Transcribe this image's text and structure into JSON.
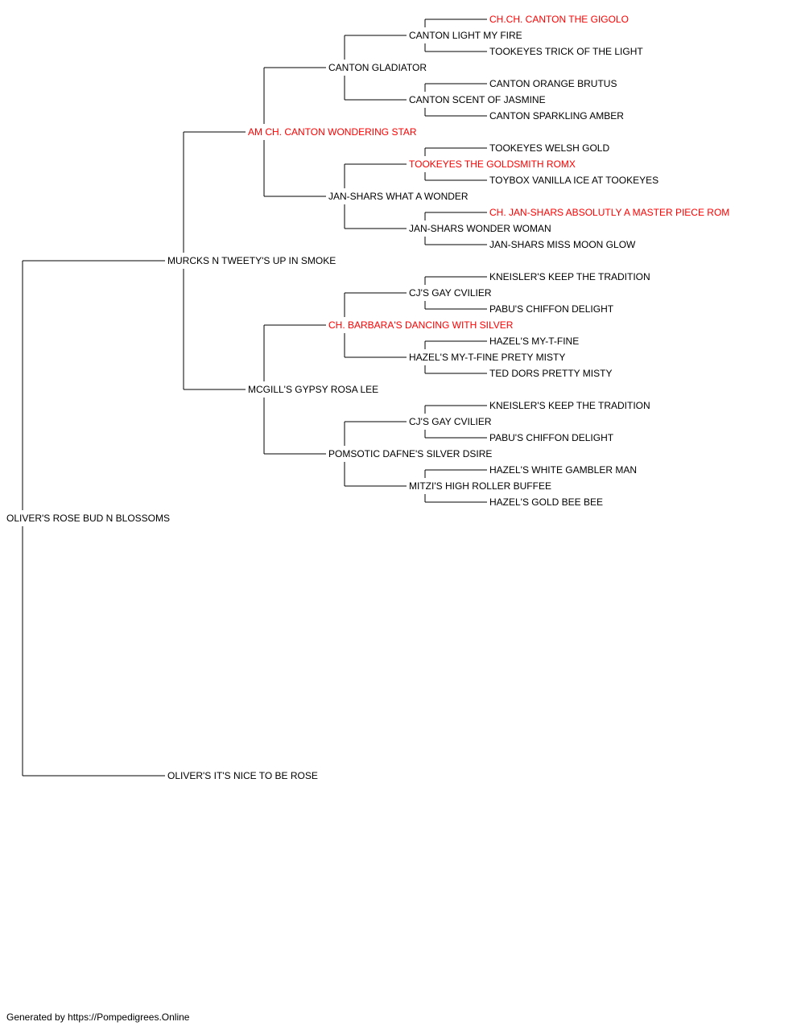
{
  "colors": {
    "champion": "#ff0000",
    "normal": "#000000",
    "line": "#000000"
  },
  "pedigree": {
    "name": "OLIVER'S ROSE BUD N BLOSSOMS",
    "champion": false,
    "sire": {
      "name": "MURCKS N TWEETY'S UP IN SMOKE",
      "champion": false,
      "sire": {
        "name": "AM CH. CANTON WONDERING STAR",
        "champion": true,
        "sire": {
          "name": "CANTON GLADIATOR",
          "champion": false,
          "sire": {
            "name": "CANTON LIGHT MY FIRE",
            "champion": false,
            "sire": {
              "name": "CH.CH. CANTON THE GIGOLO",
              "champion": true
            },
            "dam": {
              "name": "TOOKEYES TRICK OF THE LIGHT",
              "champion": false
            }
          },
          "dam": {
            "name": "CANTON SCENT OF JASMINE",
            "champion": false,
            "sire": {
              "name": "CANTON ORANGE BRUTUS",
              "champion": false
            },
            "dam": {
              "name": "CANTON SPARKLING AMBER",
              "champion": false
            }
          }
        },
        "dam": {
          "name": "JAN-SHARS WHAT A WONDER",
          "champion": false,
          "sire": {
            "name": "TOOKEYES THE GOLDSMITH ROMX",
            "champion": true,
            "sire": {
              "name": "TOOKEYES WELSH GOLD",
              "champion": false
            },
            "dam": {
              "name": "TOYBOX VANILLA ICE AT TOOKEYES",
              "champion": false
            }
          },
          "dam": {
            "name": "JAN-SHARS WONDER WOMAN",
            "champion": false,
            "sire": {
              "name": "CH. JAN-SHARS ABSOLUTLY A MASTER PIECE ROM",
              "champion": true
            },
            "dam": {
              "name": "JAN-SHARS MISS MOON GLOW",
              "champion": false
            }
          }
        }
      },
      "dam": {
        "name": "MCGILL'S GYPSY ROSA LEE",
        "champion": false,
        "sire": {
          "name": "CH. BARBARA'S DANCING WITH SILVER",
          "champion": true,
          "sire": {
            "name": "CJ'S GAY CVILIER",
            "champion": false,
            "sire": {
              "name": "KNEISLER'S KEEP THE TRADITION",
              "champion": false
            },
            "dam": {
              "name": "PABU'S CHIFFON DELIGHT",
              "champion": false
            }
          },
          "dam": {
            "name": "HAZEL'S MY-T-FINE PRETY MISTY",
            "champion": false,
            "sire": {
              "name": "HAZEL'S MY-T-FINE",
              "champion": false
            },
            "dam": {
              "name": "TED DORS PRETTY MISTY",
              "champion": false
            }
          }
        },
        "dam": {
          "name": "POMSOTIC DAFNE'S SILVER DSIRE",
          "champion": false,
          "sire": {
            "name": "CJ'S GAY CVILIER",
            "champion": false,
            "sire": {
              "name": "KNEISLER'S KEEP THE TRADITION",
              "champion": false
            },
            "dam": {
              "name": "PABU'S CHIFFON DELIGHT",
              "champion": false
            }
          },
          "dam": {
            "name": "MITZI'S HIGH ROLLER BUFFEE",
            "champion": false,
            "sire": {
              "name": "HAZEL'S WHITE GAMBLER MAN",
              "champion": false
            },
            "dam": {
              "name": "HAZEL'S GOLD BEE BEE",
              "champion": false
            }
          }
        }
      }
    },
    "dam": {
      "name": "OLIVER'S IT'S NICE TO BE ROSE",
      "champion": false
    }
  },
  "footer": {
    "text": "Generated by https://Pompedigrees.Online"
  }
}
